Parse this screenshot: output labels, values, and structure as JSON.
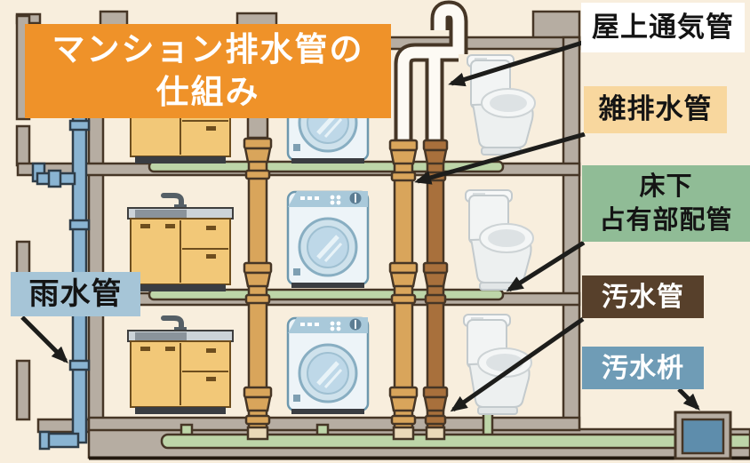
{
  "title": {
    "line1": "マンション排水管の",
    "line2": "仕組み"
  },
  "legend": {
    "rooftop_vent": "屋上通気管",
    "misc_drain": "雑排水管",
    "underfloor_line1": "床下",
    "underfloor_line2": "占有部配管",
    "sewage_pipe": "汚水管",
    "sewage_basin": "汚水枡",
    "rain_pipe": "雨水管"
  },
  "colors": {
    "background": "#f8eedd",
    "title_bg": "#ef9229",
    "rooftop_vent_bg": "#ffffff",
    "misc_drain_bg": "#f8d79e",
    "underfloor_bg": "#90bc96",
    "sewage_pipe_bg": "#57402b",
    "sewage_basin_bg": "#6f9cb6",
    "rain_pipe_bg": "#a6c5d7",
    "wall": "#b6ada2",
    "wall_stroke": "#463626",
    "stack_tan": "#d9a55b",
    "stack_brown": "#a8703c",
    "rain_pipe_fill": "#8ab4d2",
    "pipe_green": "#bdd5a8",
    "basin": "#5e8dac",
    "cabinet": "#f2c878",
    "arrow": "#1d1d1b",
    "text_dark": "#141414",
    "text_light": "#ffffff"
  }
}
